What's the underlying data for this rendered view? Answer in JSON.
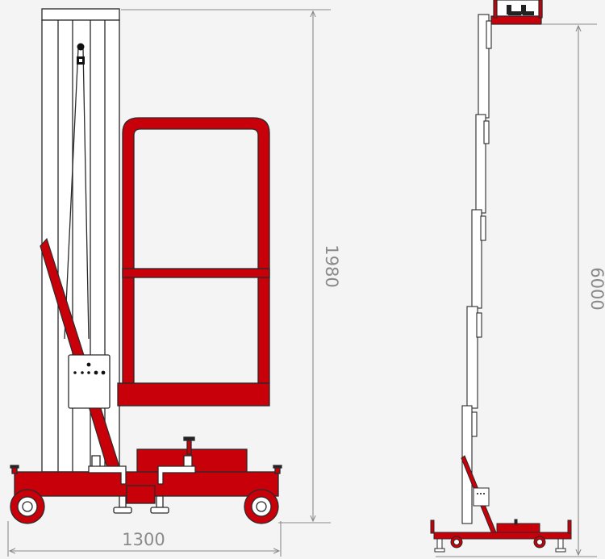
{
  "dimensions": {
    "platform_height": "1980",
    "base_width": "1300",
    "max_height": "6000"
  },
  "colors": {
    "background": "#f4f4f4",
    "frame_red": "#c8000a",
    "outline": "#2a2a2a",
    "mast": "#ffffff",
    "dimension_line": "#8a8a8a"
  }
}
